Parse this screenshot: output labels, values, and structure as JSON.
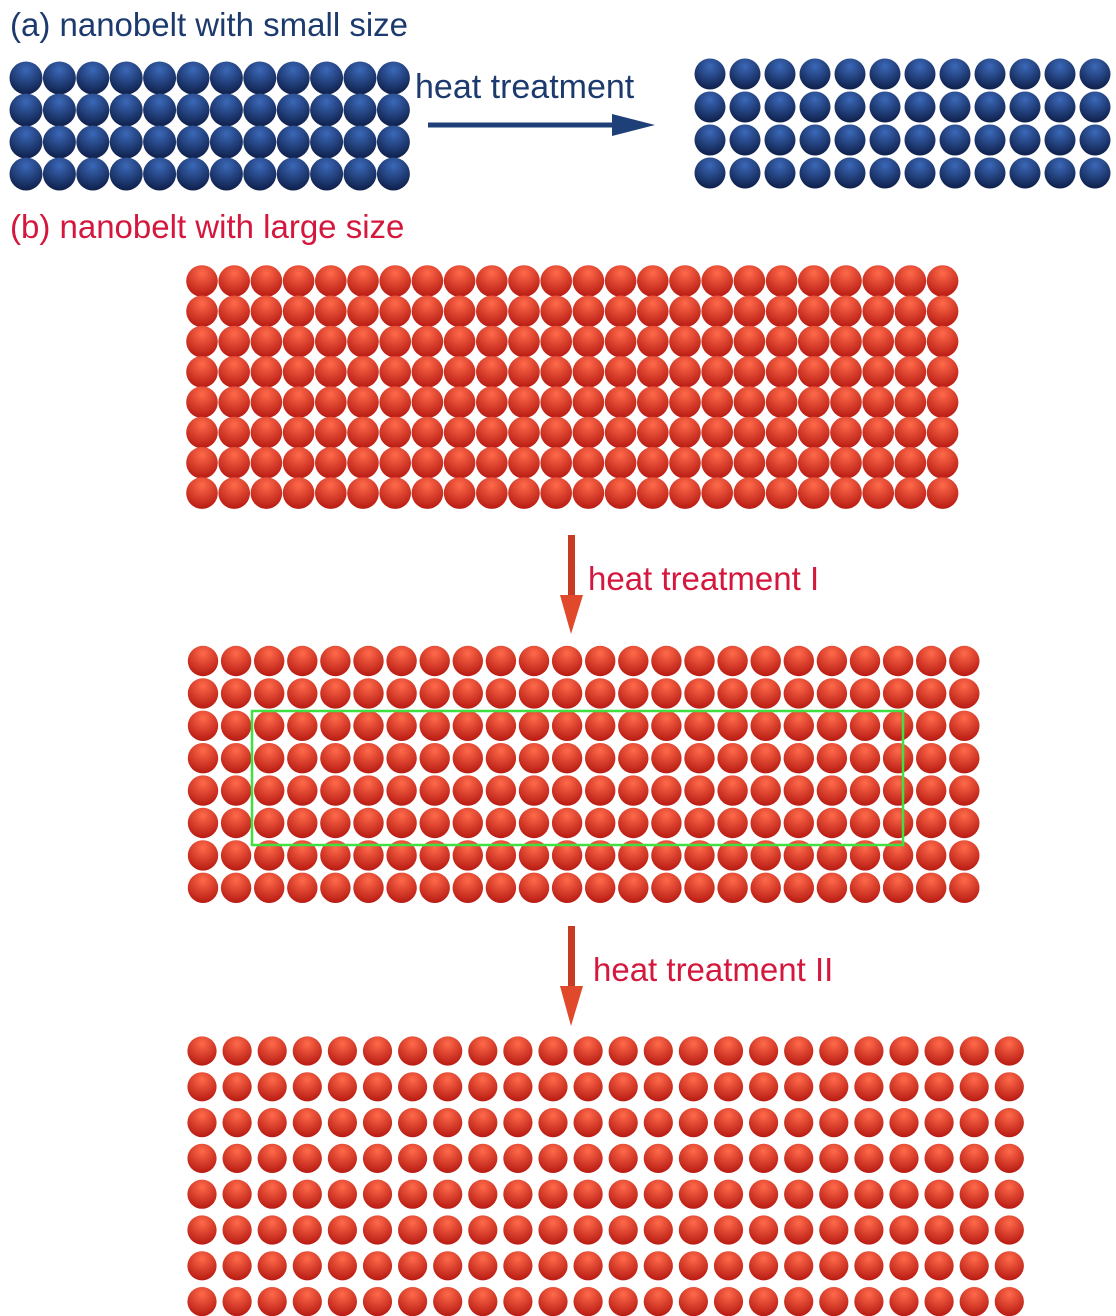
{
  "panel_a": {
    "label": "(a) nanobelt with small size",
    "arrow_label": "heat treatment",
    "label_color": "#1c3a6e",
    "arrow_color": "#1f3f78",
    "sphere_color": {
      "light": "#3b68b8",
      "dark": "#0e1f4a"
    },
    "before": {
      "rows": 4,
      "cols": 12
    },
    "after": {
      "rows": 4,
      "cols": 12
    }
  },
  "panel_b": {
    "label": "(b) nanobelt with large size",
    "label_color": "#d4173c",
    "arrow_color": "#c63b22",
    "sphere_color": {
      "light": "#ff6a4a",
      "dark": "#b71a12"
    },
    "highlight_color": "#3fe03f",
    "stage1": {
      "rows": 8,
      "cols": 24
    },
    "arrow1_label": "heat treatment I",
    "stage2": {
      "rows": 8,
      "cols": 24,
      "highlight": {
        "row_start": 3,
        "row_end": 6,
        "col_start": 3,
        "col_end": 22
      }
    },
    "arrow2_label": "heat treatment II",
    "stage3": {
      "rows": 8,
      "cols": 24
    }
  }
}
